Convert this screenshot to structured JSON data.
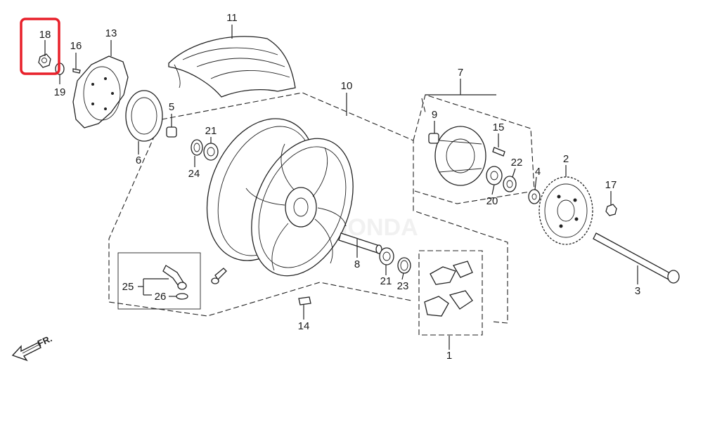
{
  "diagram": {
    "direction_arrow_label": "FR.",
    "highlight_color": "#e8202a",
    "highlighted_part": "18",
    "watermark_text": "HONDA",
    "parts": [
      "1",
      "2",
      "3",
      "4",
      "5",
      "6",
      "7",
      "8",
      "9",
      "10",
      "11",
      "13",
      "14",
      "15",
      "16",
      "17",
      "18",
      "19",
      "20",
      "21",
      "21",
      "22",
      "23",
      "24",
      "25",
      "26"
    ]
  }
}
